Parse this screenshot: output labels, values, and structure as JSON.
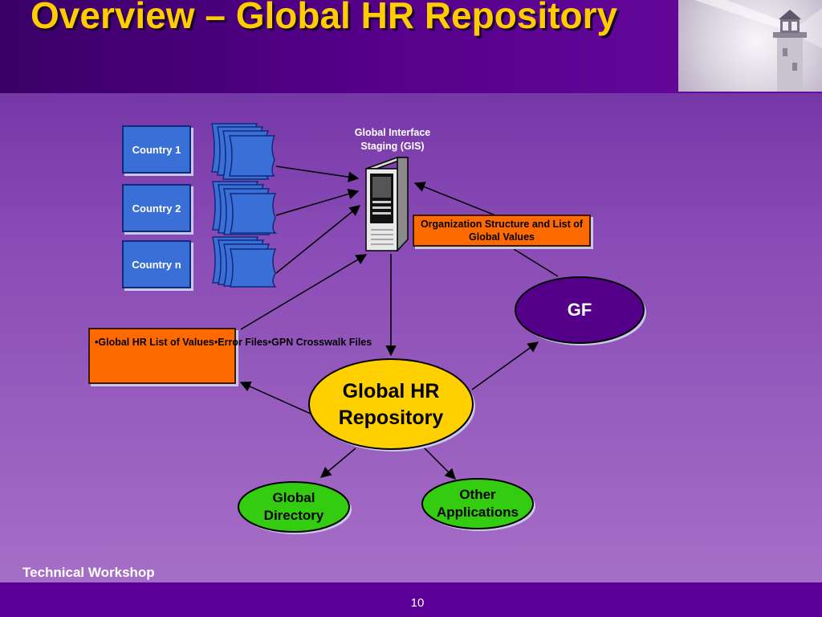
{
  "slide": {
    "title": "Overview – Global HR Repository",
    "footer": "Technical Workshop",
    "page_number": "10"
  },
  "diagram": {
    "countries": [
      "Country 1",
      "Country 2",
      "Country n"
    ],
    "gis_label": "Global Interface Staging (GIS)",
    "org_structure_box": "Organization Structure and List of Global Values",
    "outputs_list": [
      "•Global HR List of Values",
      "•Error Files",
      "•GPN Crosswalk Files"
    ],
    "gf": "GF",
    "repository": "Global HR Repository",
    "global_directory": "Global Directory",
    "other_applications": "Other Applications"
  },
  "colors": {
    "background": "#8a4cb6",
    "header": "#4a0080",
    "title": "#ffcc00",
    "country_box": "#3a6fd8",
    "orange_box": "#ff6a00",
    "gf_ellipse": "#55008a",
    "repository_ellipse": "#ffd000",
    "green_ellipse": "#33cc11"
  }
}
